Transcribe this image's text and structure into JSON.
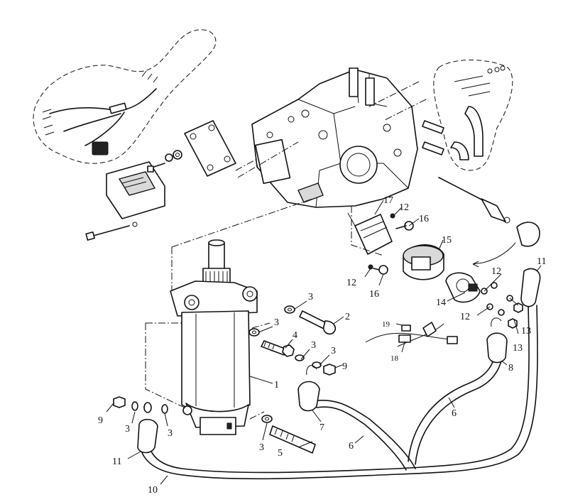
{
  "callouts": {
    "c1": "1",
    "c2": "2",
    "c3a": "3",
    "c3b": "3",
    "c3c": "3",
    "c3d": "3",
    "c3e": "3",
    "c3f": "3",
    "c3g": "3",
    "c4": "4",
    "c5": "5",
    "c6a": "6",
    "c6b": "6",
    "c7": "7",
    "c8": "8",
    "c9a": "9",
    "c9b": "9",
    "c10": "10",
    "c11a": "11",
    "c11b": "11",
    "c12a": "12",
    "c12b": "12",
    "c12c": "12",
    "c12d": "12",
    "c13a": "13",
    "c13b": "13",
    "c14": "14",
    "c15": "15",
    "c16a": "16",
    "c16b": "16",
    "c17": "17",
    "c18": "18",
    "c19": "19"
  }
}
